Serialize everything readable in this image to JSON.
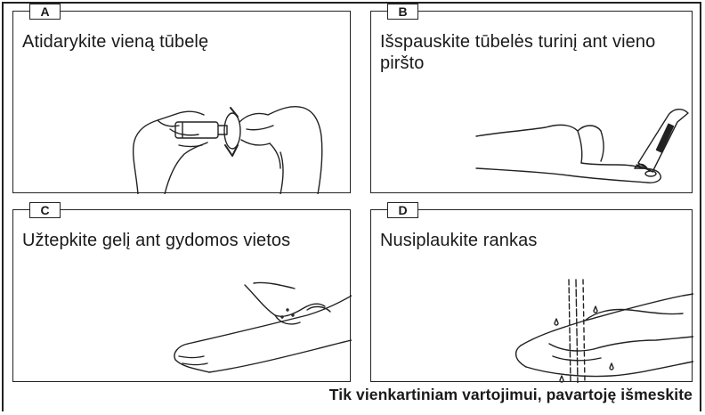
{
  "panels": [
    {
      "letter": "A",
      "caption": "Atidarykite vieną tūbelę",
      "illustration": "hands-opening-tube-icon"
    },
    {
      "letter": "B",
      "caption": "Išspauskite tūbelės turinį ant vieno piršto",
      "illustration": "tube-squeezing-on-finger-icon"
    },
    {
      "letter": "C",
      "caption": "Užtepkite gelį ant gydomos vietos",
      "illustration": "applying-gel-on-arm-icon"
    },
    {
      "letter": "D",
      "caption": "Nusiplaukite rankas",
      "illustration": "washing-hands-icon"
    }
  ],
  "footer": "Tik vienkartiniam vartojimui, pavartoję išmeskite"
}
